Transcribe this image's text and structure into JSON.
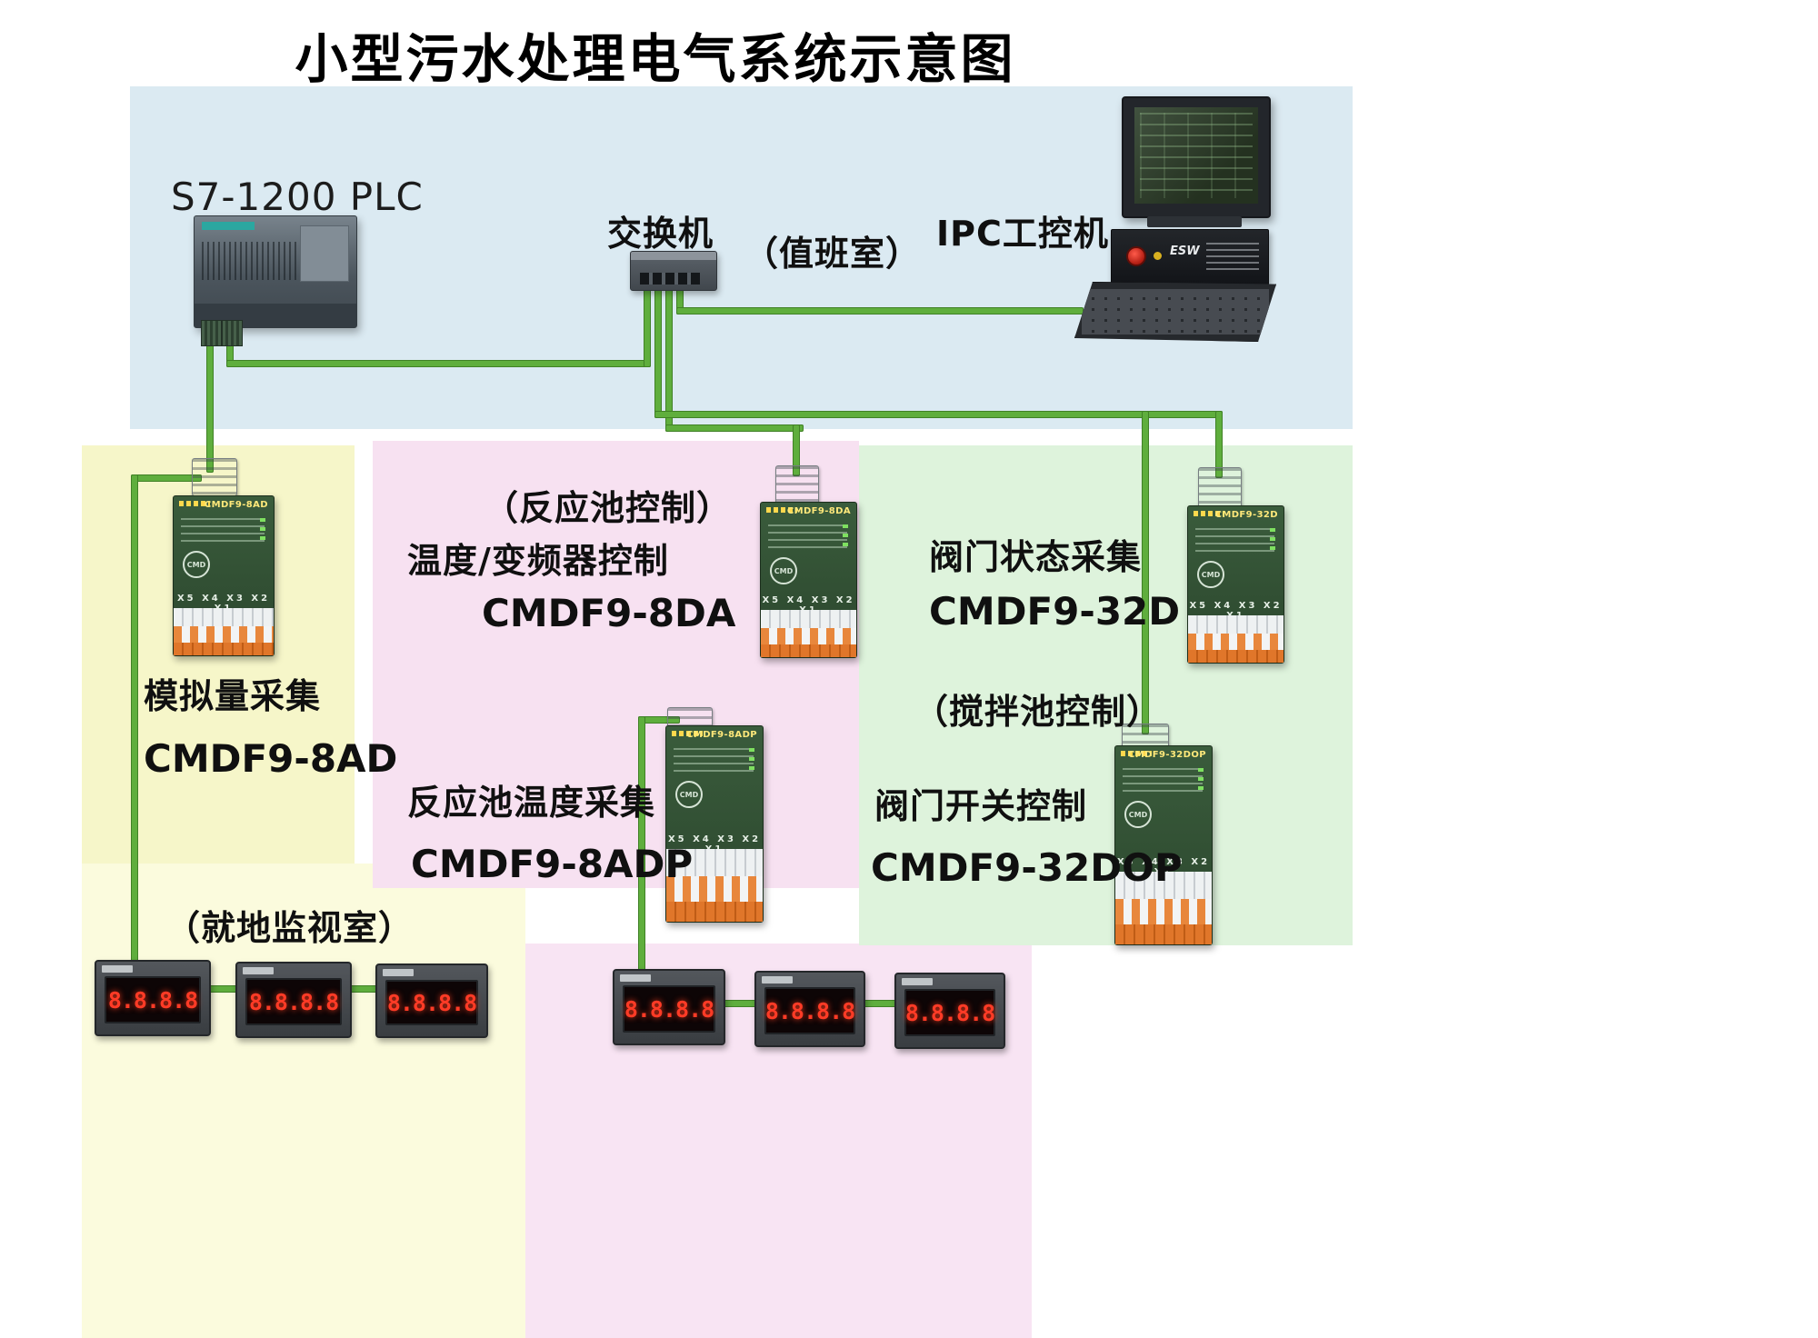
{
  "title": "小型污水处理电气系统示意图",
  "control_room": {
    "plc_label": "S7-1200  PLC",
    "switch_label": "交换机",
    "duty_room_label": "（值班室）",
    "ipc_label": "IPC工控机",
    "ipc_chassis_text": "ESW"
  },
  "analog_section": {
    "function_label": "模拟量采集",
    "model_label": "CMDF9-8AD",
    "room_label": "（就地监视室）"
  },
  "reaction_section": {
    "control_label": "（反应池控制）",
    "function_label_1": "温度/变频器控制",
    "model_label_1": "CMDF9-8DA",
    "function_label_2": "反应池温度采集",
    "model_label_2": "CMDF9-8ADP"
  },
  "valve_section": {
    "function_label_1": "阀门状态采集",
    "model_label_1": "CMDF9-32D",
    "control_label": "（搅拌池控制）",
    "function_label_2": "阀门开关控制",
    "model_label_2": "CMDF9-32DOP"
  },
  "modules": {
    "common": {
      "logo": "CMD",
      "terminal_labels": "X5 X4 X3 X2 X1"
    },
    "m8ad": {
      "face_model": "CMDF9-8AD"
    },
    "m8da": {
      "face_model": "CMDF9-8DA"
    },
    "m8adp": {
      "face_model": "CMDF9-8ADP"
    },
    "m32d": {
      "face_model": "CMDF9-32D"
    },
    "m32dop": {
      "face_model": "CMDF9-32DOP"
    }
  },
  "meter": {
    "display": "8.8.8.8"
  },
  "colors": {
    "cable": "#5fae3d",
    "region_control_room": "#dbeaf2",
    "region_analog": "#f6f6c9",
    "region_analog_room": "#fbfbdd",
    "region_reaction": "#f7e1f1",
    "region_reaction_room": "#f8e4f3",
    "region_valve": "#def3dc",
    "meter_digit": "#ff3b26"
  }
}
